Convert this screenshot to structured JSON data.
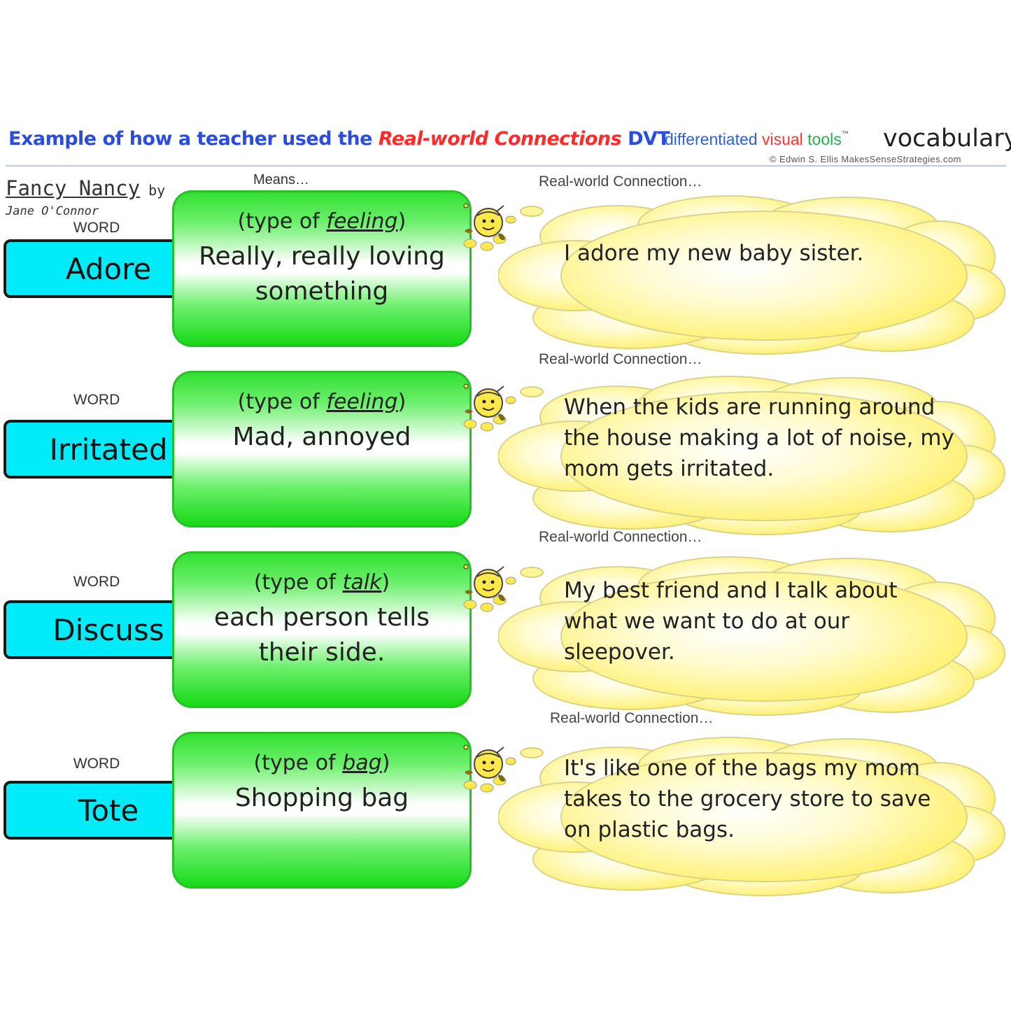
{
  "header": {
    "title_prefix": "Example of how a teacher used the ",
    "title_highlight": "Real-world Connections",
    "title_suffix": " DVT",
    "brand_word1": "differentiated",
    "brand_word2": "visual",
    "brand_word3": "tools",
    "brand_tm": "™",
    "brand_topic": "vocabulary",
    "copyright": "©   Edwin S. Ellis   MakesSenseStrategies.com"
  },
  "book": {
    "title": "Fancy Nancy",
    "by": "by",
    "author": "Jane O'Connor"
  },
  "means_label": "Means…",
  "word_label": "WORD",
  "rwc_label": "Real-world Connection…",
  "entries": [
    {
      "word": "Adore",
      "type_prefix": "(type of ",
      "type_word": "feeling",
      "type_suffix": ")",
      "definition": "Really, really loving something",
      "connection": "I adore my new baby sister."
    },
    {
      "word": "Irritated",
      "type_prefix": "(type of ",
      "type_word": "feeling",
      "type_suffix": ")",
      "definition": "Mad, annoyed",
      "connection": "When the kids are running around the house making a lot of noise, my mom gets irritated."
    },
    {
      "word": "Discuss",
      "type_prefix": "(type of ",
      "type_word": "talk",
      "type_suffix": ")",
      "definition": "each person tells their side.",
      "connection": "My best friend and I talk about what we want to do at our sleepover."
    },
    {
      "word": "Tote",
      "type_prefix": "(type of ",
      "type_word": "bag",
      "type_suffix": ")",
      "definition": "Shopping bag",
      "connection": "It's like one of the bags my mom takes to the grocery store to save on plastic bags."
    }
  ],
  "colors": {
    "word_box": "#00ecfb",
    "meaning_green": "#32e032",
    "cloud_yellow": "#fff59a",
    "title_blue": "#2a4de0",
    "title_red": "#ff2a2a"
  },
  "icons": [
    "bee-icon",
    "thought-cloud"
  ]
}
